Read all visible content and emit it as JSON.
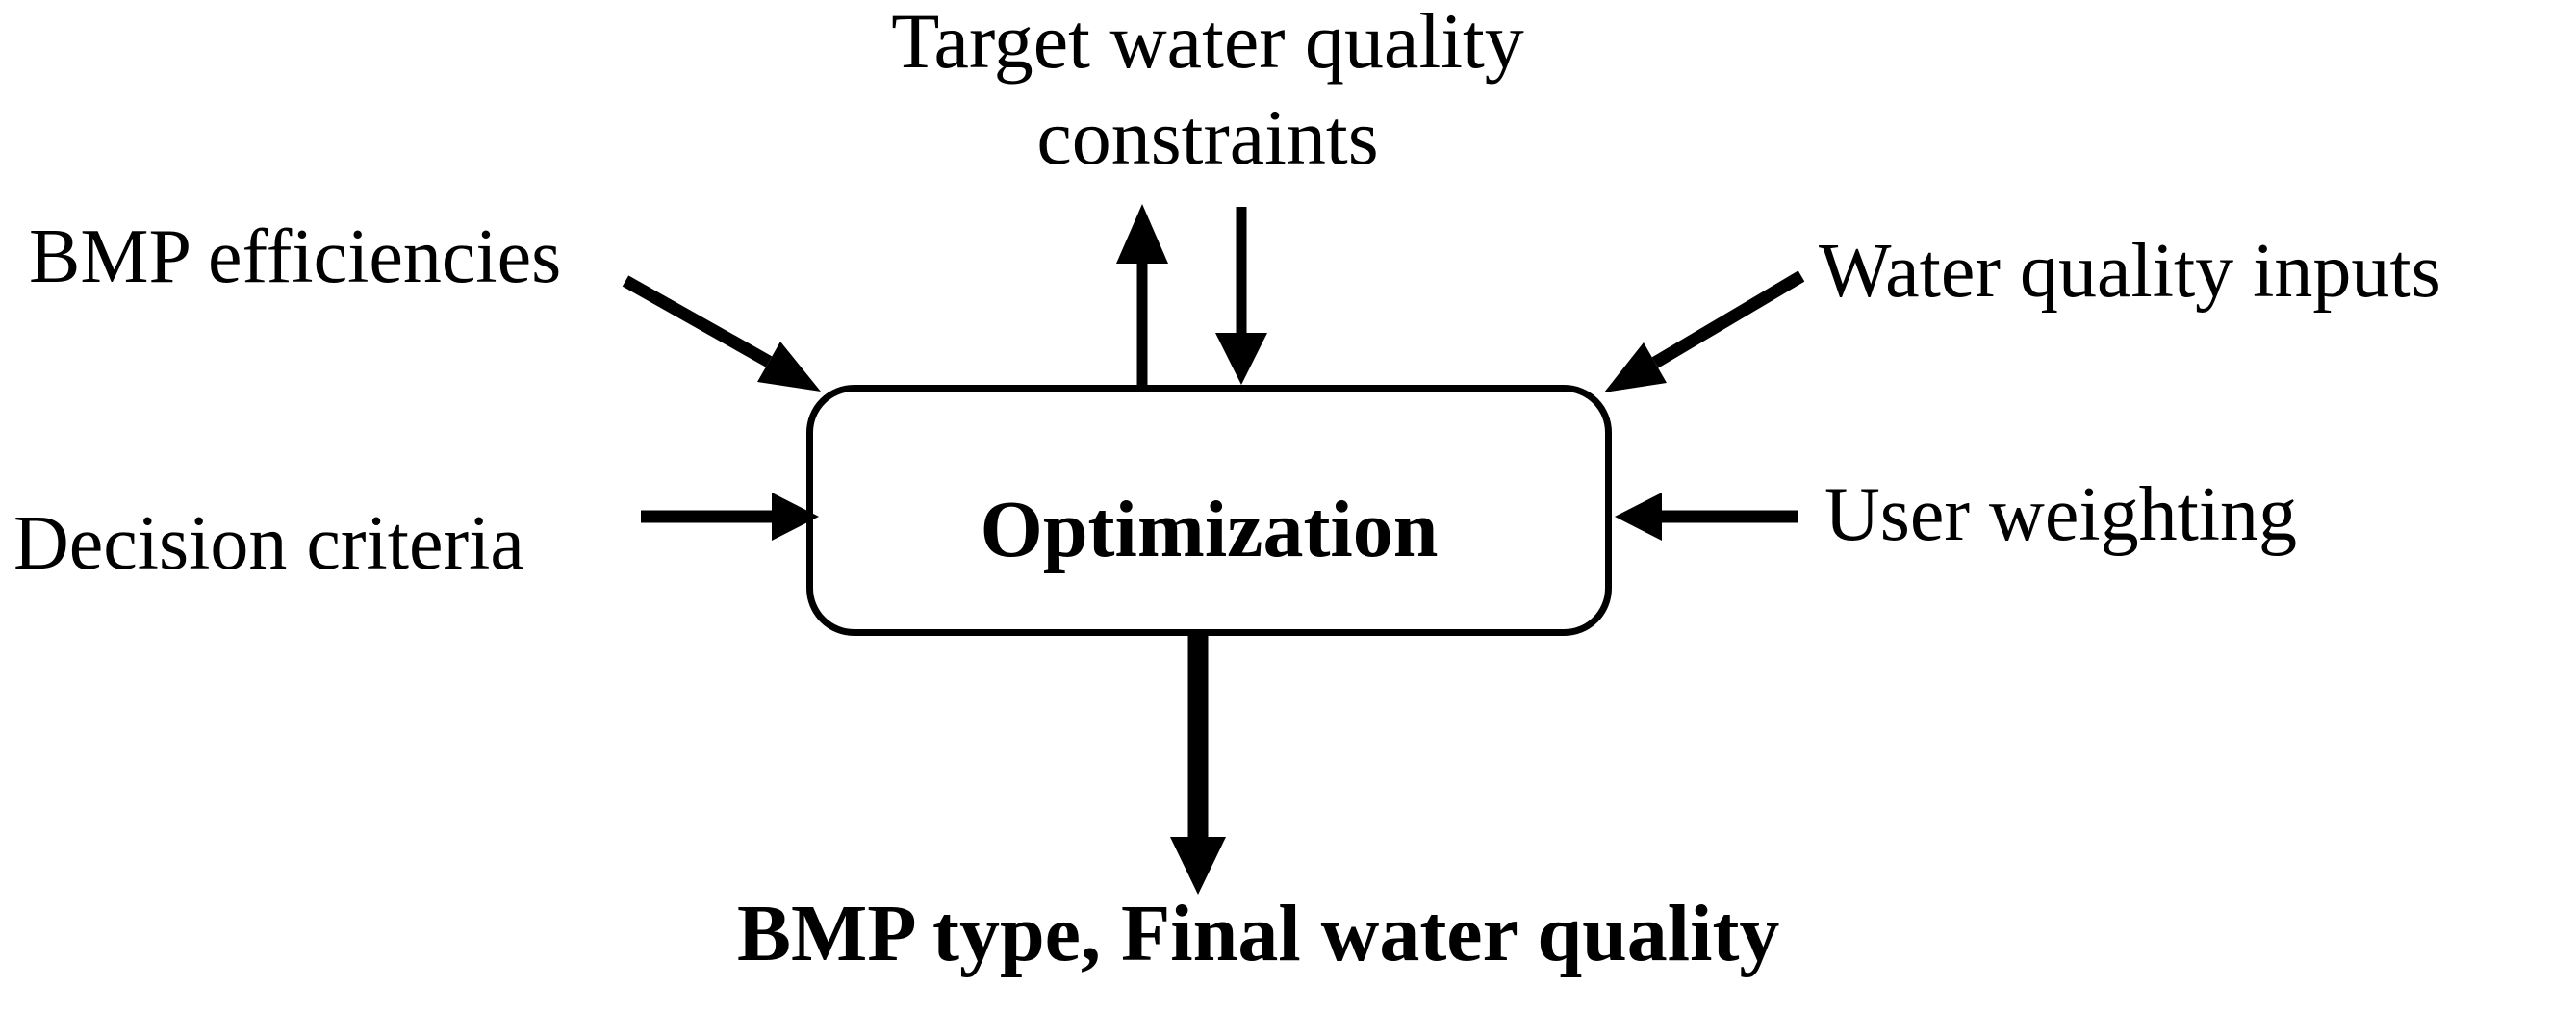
{
  "diagram": {
    "background": "#ffffff",
    "ink": "#000000",
    "center_box": {
      "label": "Optimization"
    },
    "inputs": {
      "target_constraints": {
        "line1": "Target water quality",
        "line2": "constraints"
      },
      "bmp_efficiencies": {
        "label": "BMP efficiencies"
      },
      "decision_criteria": {
        "label": "Decision criteria"
      },
      "water_quality_inputs": {
        "label": "Water quality inputs"
      },
      "user_weighting": {
        "label": "User weighting"
      }
    },
    "output": {
      "label": "BMP type, Final water quality"
    },
    "arrows": [
      {
        "name": "constraints-feedback-up",
        "from": "Optimization",
        "to": "Target water quality constraints",
        "direction": "up",
        "style": "thin"
      },
      {
        "name": "constraints-input-down",
        "from": "Target water quality constraints",
        "to": "Optimization",
        "direction": "down",
        "style": "thin"
      },
      {
        "name": "bmp-efficiencies-input",
        "from": "BMP efficiencies",
        "to": "Optimization",
        "direction": "diagonal-down-right",
        "style": "thin"
      },
      {
        "name": "decision-criteria-input",
        "from": "Decision criteria",
        "to": "Optimization",
        "direction": "right",
        "style": "thin"
      },
      {
        "name": "water-quality-inputs-input",
        "from": "Water quality inputs",
        "to": "Optimization",
        "direction": "diagonal-down-left",
        "style": "thin"
      },
      {
        "name": "user-weighting-input",
        "from": "User weighting",
        "to": "Optimization",
        "direction": "left",
        "style": "thin"
      },
      {
        "name": "optimization-output",
        "from": "Optimization",
        "to": "BMP type, Final water quality",
        "direction": "down",
        "style": "thick"
      }
    ]
  }
}
